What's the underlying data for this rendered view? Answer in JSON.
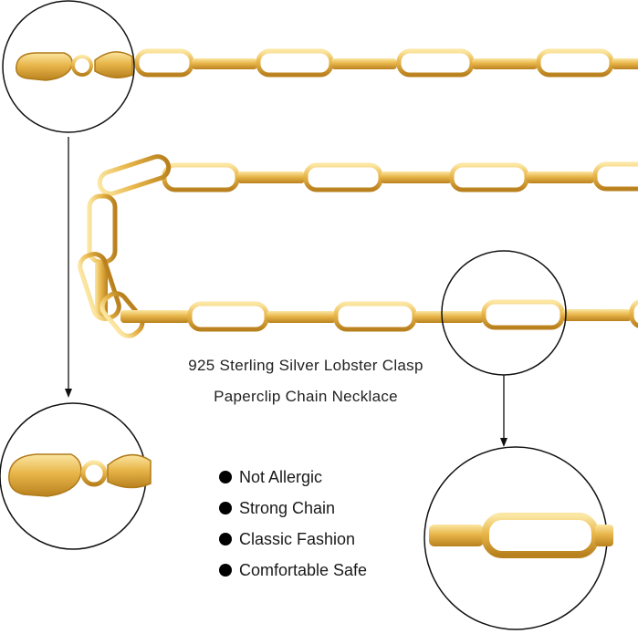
{
  "product": {
    "title_line1": "925 Sterling Silver Lobster Clasp",
    "title_line2": "Paperclip Chain Necklace"
  },
  "features": [
    "Not Allergic",
    "Strong Chain",
    "Classic Fashion",
    "Comfortable Safe"
  ],
  "colors": {
    "gold": "#e9b84c",
    "gold_light": "#f8df8e",
    "gold_dark": "#b07a18",
    "bullet": "#000000",
    "callout_line": "#111111"
  }
}
